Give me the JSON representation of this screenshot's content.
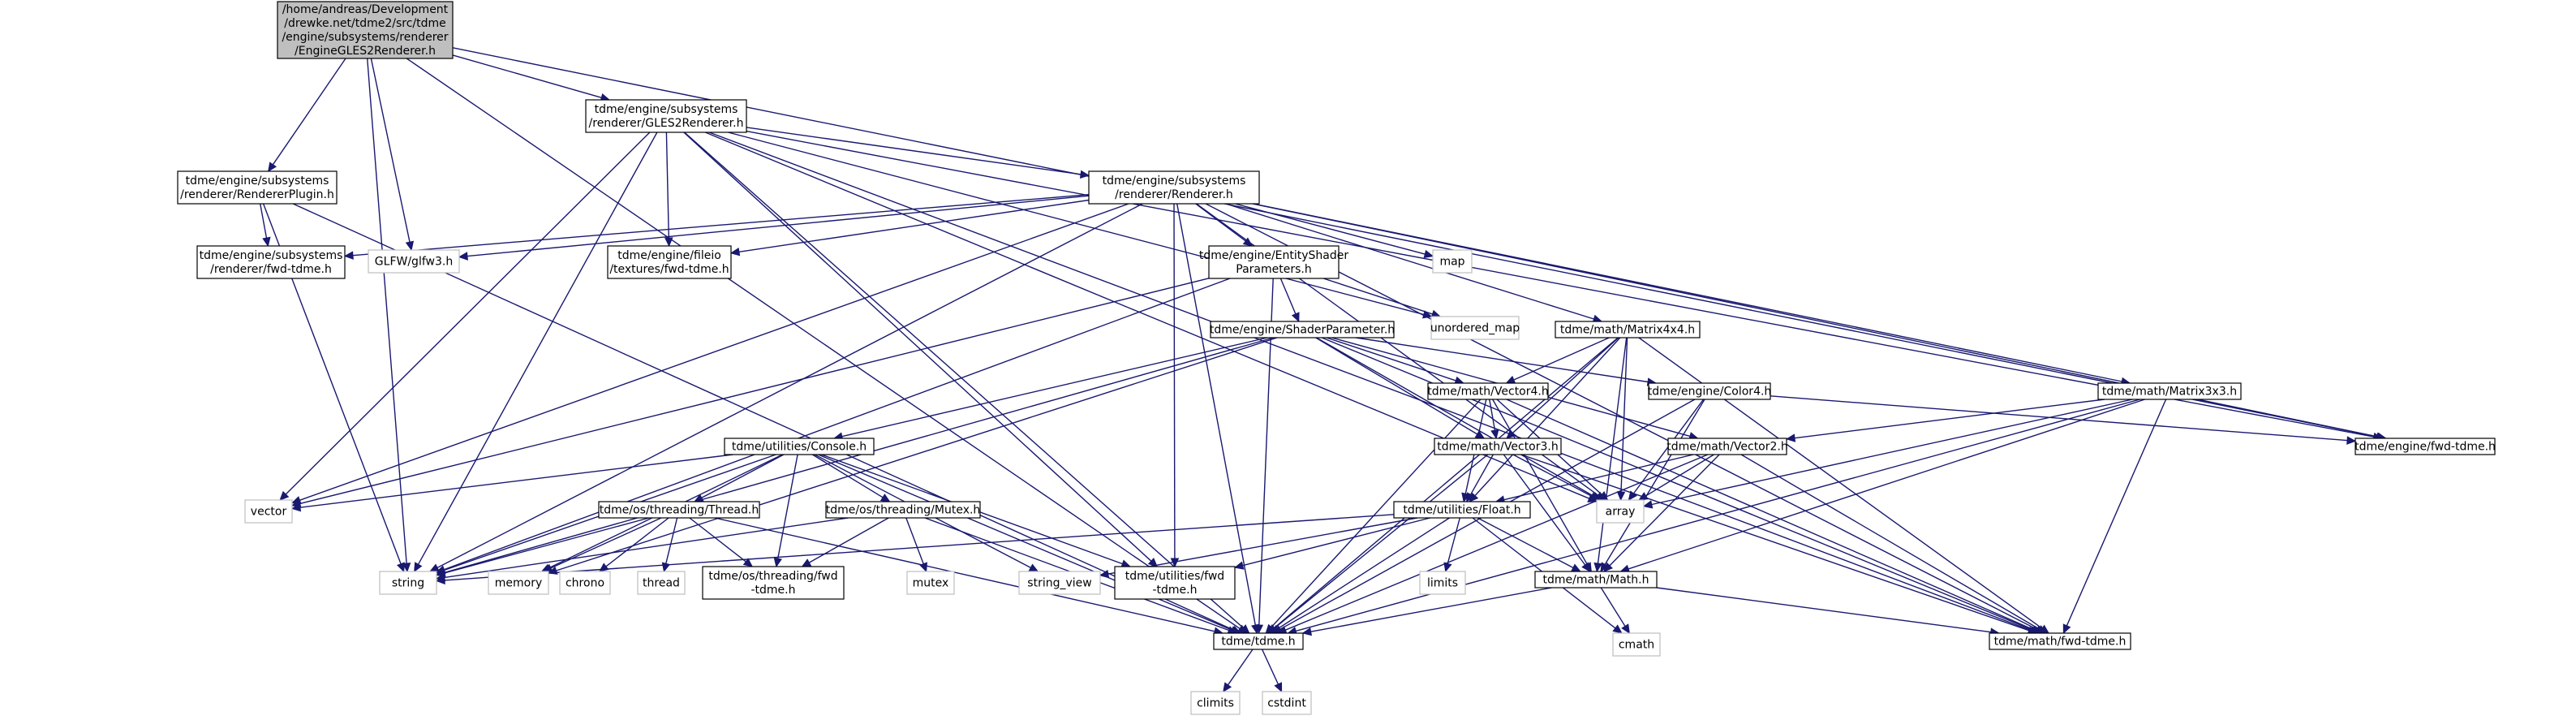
{
  "colors": {
    "edge": "#191970",
    "root_fill": "#bfbfbf",
    "node_border": "#000000",
    "external_border": "#bfbfbf",
    "background": "#ffffff"
  },
  "nodes": [
    {
      "id": "root",
      "lines": [
        "/home/andreas/Development",
        "/drewke.net/tdme2/src/tdme",
        "/engine/subsystems/renderer",
        "/EngineGLES2Renderer.h"
      ],
      "kind": "root"
    },
    {
      "id": "gles2",
      "lines": [
        "tdme/engine/subsystems",
        "/renderer/GLES2Renderer.h"
      ],
      "kind": "local"
    },
    {
      "id": "rplugin",
      "lines": [
        "tdme/engine/subsystems",
        "/renderer/RendererPlugin.h"
      ],
      "kind": "local"
    },
    {
      "id": "renderer",
      "lines": [
        "tdme/engine/subsystems",
        "/renderer/Renderer.h"
      ],
      "kind": "local"
    },
    {
      "id": "fwd_renderer",
      "lines": [
        "tdme/engine/subsystems",
        "/renderer/fwd-tdme.h"
      ],
      "kind": "local"
    },
    {
      "id": "glfw",
      "lines": [
        "GLFW/glfw3.h"
      ],
      "kind": "external"
    },
    {
      "id": "fileio",
      "lines": [
        "tdme/engine/fileio",
        "/textures/fwd-tdme.h"
      ],
      "kind": "local"
    },
    {
      "id": "esp",
      "lines": [
        "tdme/engine/EntityShader",
        "Parameters.h"
      ],
      "kind": "local"
    },
    {
      "id": "map",
      "lines": [
        "map"
      ],
      "kind": "external"
    },
    {
      "id": "umap",
      "lines": [
        "unordered_map"
      ],
      "kind": "external"
    },
    {
      "id": "m44",
      "lines": [
        "tdme/math/Matrix4x4.h"
      ],
      "kind": "local"
    },
    {
      "id": "sp",
      "lines": [
        "tdme/engine/ShaderParameter.h"
      ],
      "kind": "local"
    },
    {
      "id": "v4",
      "lines": [
        "tdme/math/Vector4.h"
      ],
      "kind": "local"
    },
    {
      "id": "color4",
      "lines": [
        "tdme/engine/Color4.h"
      ],
      "kind": "local"
    },
    {
      "id": "m33",
      "lines": [
        "tdme/math/Matrix3x3.h"
      ],
      "kind": "local"
    },
    {
      "id": "fwd_engine",
      "lines": [
        "tdme/engine/fwd-tdme.h"
      ],
      "kind": "local"
    },
    {
      "id": "console",
      "lines": [
        "tdme/utilities/Console.h"
      ],
      "kind": "local"
    },
    {
      "id": "v3",
      "lines": [
        "tdme/math/Vector3.h"
      ],
      "kind": "local"
    },
    {
      "id": "v2",
      "lines": [
        "tdme/math/Vector2.h"
      ],
      "kind": "local"
    },
    {
      "id": "vector",
      "lines": [
        "vector"
      ],
      "kind": "external"
    },
    {
      "id": "thread_h",
      "lines": [
        "tdme/os/threading/Thread.h"
      ],
      "kind": "local"
    },
    {
      "id": "mutex_h",
      "lines": [
        "tdme/os/threading/Mutex.h"
      ],
      "kind": "local"
    },
    {
      "id": "float",
      "lines": [
        "tdme/utilities/Float.h"
      ],
      "kind": "local"
    },
    {
      "id": "array",
      "lines": [
        "array"
      ],
      "kind": "external"
    },
    {
      "id": "string",
      "lines": [
        "string"
      ],
      "kind": "external"
    },
    {
      "id": "memory",
      "lines": [
        "memory"
      ],
      "kind": "external"
    },
    {
      "id": "chrono",
      "lines": [
        "chrono"
      ],
      "kind": "external"
    },
    {
      "id": "thread",
      "lines": [
        "thread"
      ],
      "kind": "external"
    },
    {
      "id": "fwd_threading",
      "lines": [
        "tdme/os/threading/fwd",
        "-tdme.h"
      ],
      "kind": "local"
    },
    {
      "id": "mutex",
      "lines": [
        "mutex"
      ],
      "kind": "external"
    },
    {
      "id": "string_view",
      "lines": [
        "string_view"
      ],
      "kind": "external"
    },
    {
      "id": "fwd_utilities",
      "lines": [
        "tdme/utilities/fwd",
        "-tdme.h"
      ],
      "kind": "local"
    },
    {
      "id": "limits",
      "lines": [
        "limits"
      ],
      "kind": "external"
    },
    {
      "id": "math",
      "lines": [
        "tdme/math/Math.h"
      ],
      "kind": "local"
    },
    {
      "id": "tdme",
      "lines": [
        "tdme/tdme.h"
      ],
      "kind": "local"
    },
    {
      "id": "cmath",
      "lines": [
        "cmath"
      ],
      "kind": "external"
    },
    {
      "id": "fwd_math",
      "lines": [
        "tdme/math/fwd-tdme.h"
      ],
      "kind": "local"
    },
    {
      "id": "climits",
      "lines": [
        "climits"
      ],
      "kind": "external"
    },
    {
      "id": "cstdint",
      "lines": [
        "cstdint"
      ],
      "kind": "external"
    }
  ],
  "edges": [
    [
      "root",
      "gles2"
    ],
    [
      "root",
      "rplugin"
    ],
    [
      "root",
      "glfw"
    ],
    [
      "root",
      "fwd_engine"
    ],
    [
      "root",
      "tdme"
    ],
    [
      "root",
      "string"
    ],
    [
      "gles2",
      "renderer"
    ],
    [
      "gles2",
      "fileio"
    ],
    [
      "gles2",
      "fwd_engine"
    ],
    [
      "gles2",
      "umap"
    ],
    [
      "gles2",
      "vector"
    ],
    [
      "gles2",
      "string"
    ],
    [
      "gles2",
      "array"
    ],
    [
      "gles2",
      "fwd_math"
    ],
    [
      "gles2",
      "tdme"
    ],
    [
      "gles2",
      "fwd_utilities"
    ],
    [
      "rplugin",
      "fwd_renderer"
    ],
    [
      "rplugin",
      "tdme"
    ],
    [
      "rplugin",
      "string"
    ],
    [
      "renderer",
      "fwd_renderer"
    ],
    [
      "renderer",
      "glfw"
    ],
    [
      "renderer",
      "fileio"
    ],
    [
      "renderer",
      "esp"
    ],
    [
      "renderer",
      "map"
    ],
    [
      "renderer",
      "m44"
    ],
    [
      "renderer",
      "m33"
    ],
    [
      "renderer",
      "fwd_engine"
    ],
    [
      "renderer",
      "array"
    ],
    [
      "renderer",
      "vector"
    ],
    [
      "renderer",
      "string"
    ],
    [
      "renderer",
      "tdme"
    ],
    [
      "renderer",
      "fwd_utilities"
    ],
    [
      "renderer",
      "fwd_math"
    ],
    [
      "esp",
      "sp"
    ],
    [
      "esp",
      "umap"
    ],
    [
      "esp",
      "string"
    ],
    [
      "esp",
      "vector"
    ],
    [
      "esp",
      "tdme"
    ],
    [
      "sp",
      "color4"
    ],
    [
      "sp",
      "v4"
    ],
    [
      "sp",
      "v3"
    ],
    [
      "sp",
      "v2"
    ],
    [
      "sp",
      "console"
    ],
    [
      "sp",
      "array"
    ],
    [
      "sp",
      "string"
    ],
    [
      "sp",
      "memory"
    ],
    [
      "sp",
      "fwd_math"
    ],
    [
      "m44",
      "v4"
    ],
    [
      "m44",
      "v3"
    ],
    [
      "m44",
      "math"
    ],
    [
      "m44",
      "array"
    ],
    [
      "m44",
      "float"
    ],
    [
      "m44",
      "tdme"
    ],
    [
      "m44",
      "fwd_math"
    ],
    [
      "v4",
      "v3"
    ],
    [
      "v4",
      "math"
    ],
    [
      "v4",
      "array"
    ],
    [
      "v4",
      "float"
    ],
    [
      "v4",
      "tdme"
    ],
    [
      "v4",
      "fwd_math"
    ],
    [
      "color4",
      "fwd_engine"
    ],
    [
      "color4",
      "array"
    ],
    [
      "color4",
      "math"
    ],
    [
      "color4",
      "tdme"
    ],
    [
      "m33",
      "v2"
    ],
    [
      "m33",
      "math"
    ],
    [
      "m33",
      "array"
    ],
    [
      "m33",
      "tdme"
    ],
    [
      "m33",
      "fwd_math"
    ],
    [
      "v3",
      "math"
    ],
    [
      "v3",
      "array"
    ],
    [
      "v3",
      "float"
    ],
    [
      "v3",
      "tdme"
    ],
    [
      "v3",
      "fwd_math"
    ],
    [
      "v2",
      "math"
    ],
    [
      "v2",
      "array"
    ],
    [
      "v2",
      "float"
    ],
    [
      "v2",
      "tdme"
    ],
    [
      "v2",
      "fwd_math"
    ],
    [
      "console",
      "thread_h"
    ],
    [
      "console",
      "mutex_h"
    ],
    [
      "console",
      "vector"
    ],
    [
      "console",
      "string"
    ],
    [
      "console",
      "memory"
    ],
    [
      "console",
      "string_view"
    ],
    [
      "console",
      "fwd_threading"
    ],
    [
      "console",
      "fwd_utilities"
    ],
    [
      "console",
      "tdme"
    ],
    [
      "thread_h",
      "chrono"
    ],
    [
      "thread_h",
      "thread"
    ],
    [
      "thread_h",
      "string"
    ],
    [
      "thread_h",
      "memory"
    ],
    [
      "thread_h",
      "fwd_threading"
    ],
    [
      "thread_h",
      "tdme"
    ],
    [
      "mutex_h",
      "mutex"
    ],
    [
      "mutex_h",
      "string"
    ],
    [
      "mutex_h",
      "fwd_threading"
    ],
    [
      "mutex_h",
      "tdme"
    ],
    [
      "float",
      "math"
    ],
    [
      "float",
      "limits"
    ],
    [
      "float",
      "string"
    ],
    [
      "float",
      "string_view"
    ],
    [
      "float",
      "cmath"
    ],
    [
      "float",
      "tdme"
    ],
    [
      "float",
      "fwd_utilities"
    ],
    [
      "math",
      "tdme"
    ],
    [
      "math",
      "cmath"
    ],
    [
      "math",
      "fwd_math"
    ],
    [
      "tdme",
      "climits"
    ],
    [
      "tdme",
      "cstdint"
    ]
  ]
}
